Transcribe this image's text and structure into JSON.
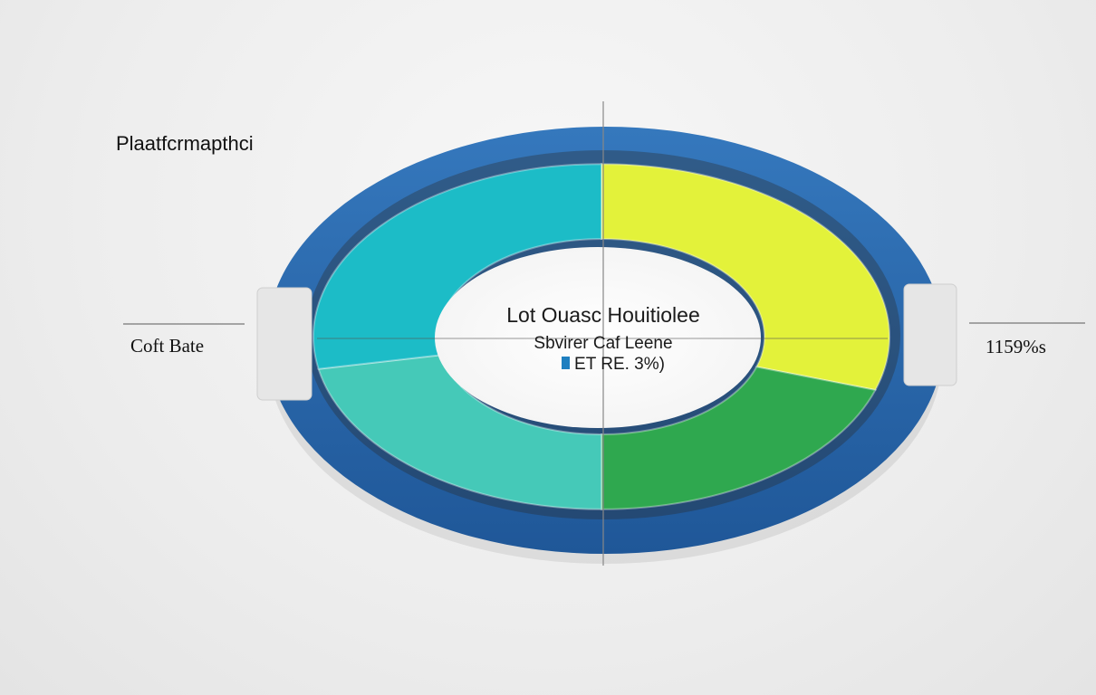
{
  "chart_data": {
    "type": "pie",
    "style": "donut",
    "title": "Plaatfcrmapthci",
    "left_label": "Coft Bate",
    "right_label": "1159%s",
    "center_text": [
      "Lot Ouasc Houitiolee",
      "Sbvirer Caf Leene"
    ],
    "center_value": "ET RE. 3%)",
    "series": [
      {
        "values": [
          30,
          20,
          22,
          28
        ],
        "colors": [
          "#e3f23a",
          "#2fa84f",
          "#45c9b8",
          "#1cbcc7"
        ]
      }
    ]
  },
  "colors": {
    "outer_ring": "#2b6cb0",
    "outer_ring_dark": "#23579a",
    "inner_bg": "#ffffff",
    "accent_square": "#1f7fc0"
  }
}
